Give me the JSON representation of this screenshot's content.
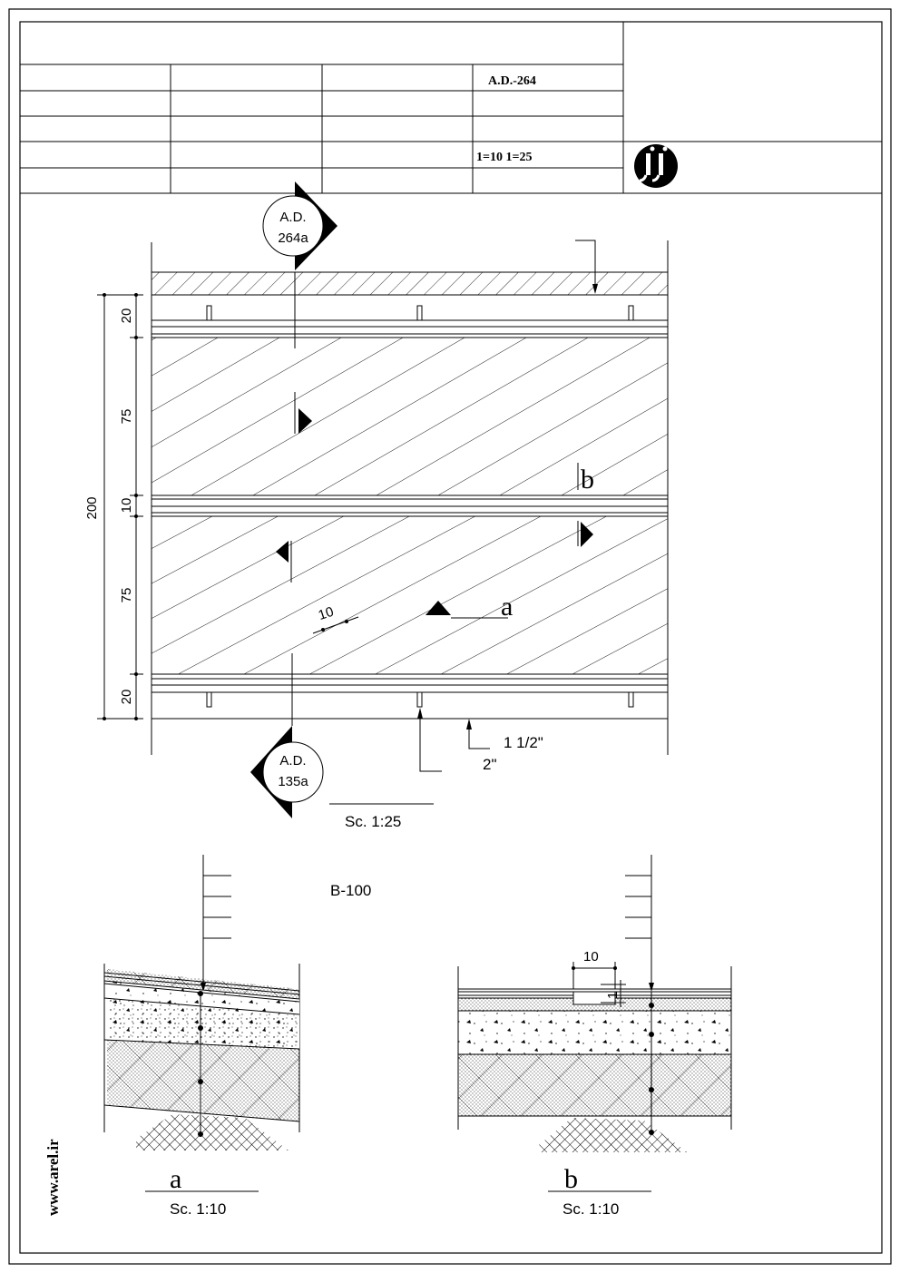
{
  "title_block": {
    "drawing_number": "A.D.-264",
    "scale": "1=10 1=25",
    "logo": "jj-logo"
  },
  "plan": {
    "section_marker_top": {
      "line1": "A.D.",
      "line2": "264a"
    },
    "section_marker_bottom": {
      "line1": "A.D.",
      "line2": "135a"
    },
    "dimensions": {
      "total": "200",
      "segments": [
        "20",
        "75",
        "10",
        "75",
        "20"
      ],
      "hatch_spacing": "10"
    },
    "section_labels": {
      "a": "a",
      "b": "b"
    },
    "note_fraction": "1 1/2\"",
    "note_inch": "2\"",
    "scale_label": "Sc. 1:25"
  },
  "detail_note": "B-100",
  "details": [
    {
      "label": "a",
      "scale": "Sc. 1:10"
    },
    {
      "label": "b",
      "scale": "Sc. 1:10",
      "dim": "10",
      "small_dim": "1"
    }
  ],
  "watermark": "www.arel.ir"
}
